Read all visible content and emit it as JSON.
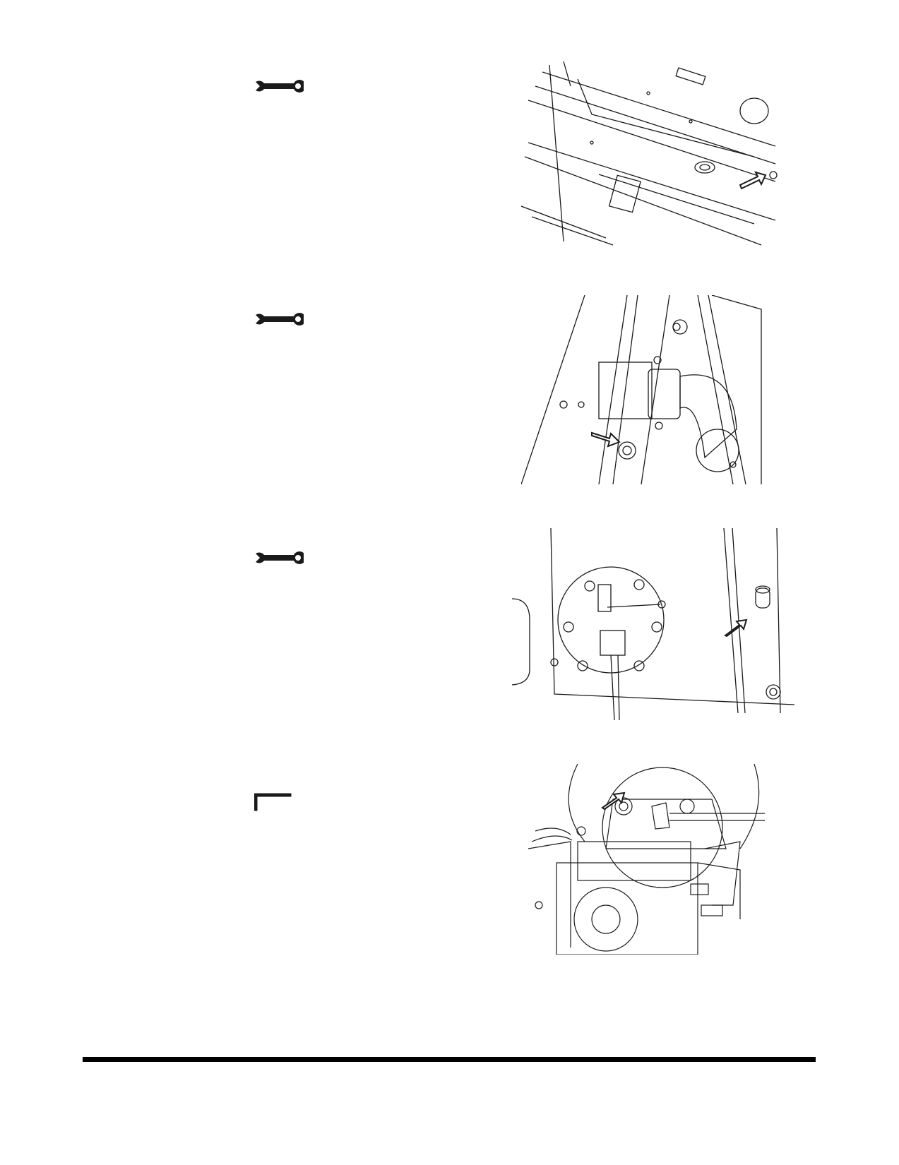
{
  "page": {
    "steps": [
      {
        "tool_icon": "wrench-icon",
        "figure": "drain-plug-top-figure"
      },
      {
        "tool_icon": "wrench-icon",
        "figure": "drain-plug-pipe-figure"
      },
      {
        "tool_icon": "wrench-icon",
        "figure": "drain-plug-side-figure"
      },
      {
        "tool_icon": "allen-key-icon",
        "figure": "pump-plug-figure"
      }
    ],
    "colors": {
      "ink": "#1a1a1a",
      "rule": "#000000",
      "background": "#ffffff"
    }
  }
}
